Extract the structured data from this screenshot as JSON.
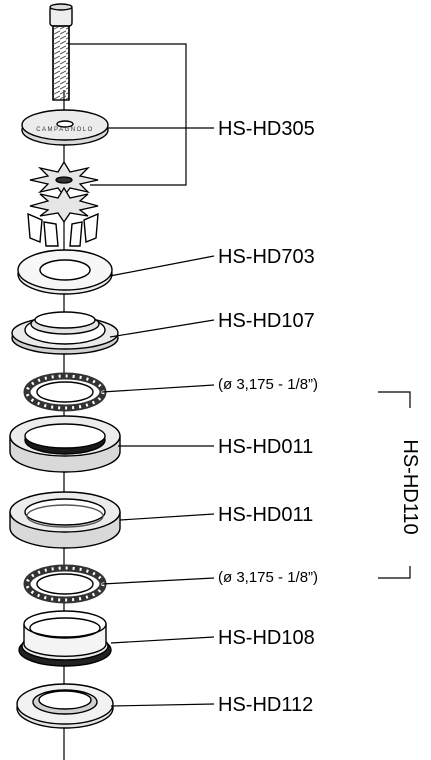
{
  "labels": {
    "top_cap": "HS-HD305",
    "spacer": "HS-HD703",
    "top_cover": "HS-HD107",
    "ball_top": "(ø 3,175 - 1/8”)",
    "cup_upper": "HS-HD011",
    "cup_lower": "HS-HD011",
    "ball_bottom": "(ø 3,175 - 1/8”)",
    "race": "HS-HD108",
    "crown_race": "HS-HD112"
  },
  "group_label": "HS-HD110",
  "cap_engraving": "CAMPAGNOLO"
}
